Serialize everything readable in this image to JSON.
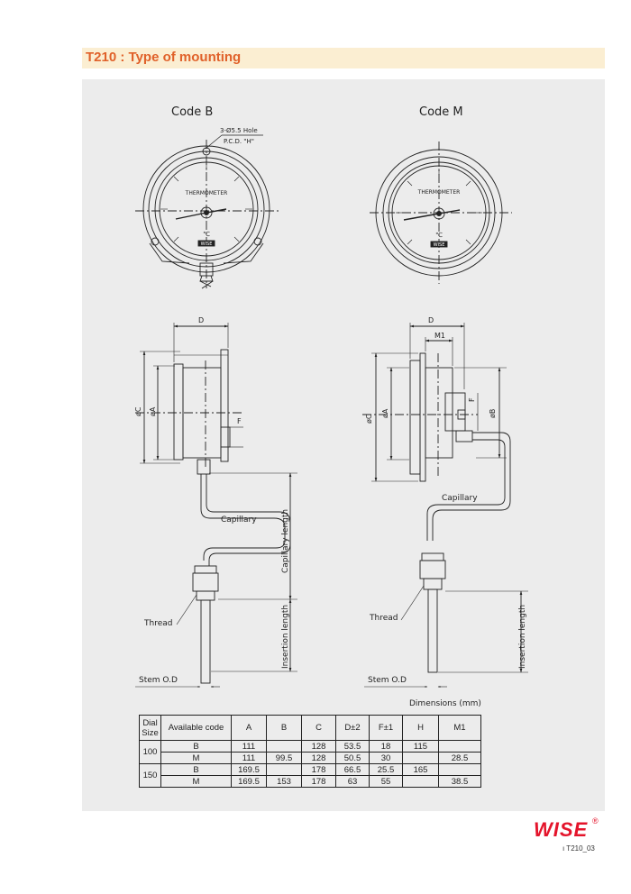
{
  "header": {
    "title": "T210 : Type of mounting"
  },
  "views": {
    "code_b": {
      "label": "Code B",
      "hole_note_1": "3-Ø5.5 Hole",
      "hole_note_2": "P.C.D. \"H\""
    },
    "code_m": {
      "label": "Code M"
    }
  },
  "gauge": {
    "dial_text": "THERMOMETER",
    "unit": "℃",
    "brand": "WISE"
  },
  "side_b": {
    "d": "D",
    "phi_c": "øC",
    "phi_a": "øA",
    "f": "F",
    "capillary": "Capillary",
    "capillary_length": "Capillary length",
    "insertion_length": "Insertion length",
    "thread": "Thread",
    "stem": "Stem O.D"
  },
  "side_m": {
    "d": "D",
    "m1": "M1",
    "phi_c": "øC",
    "phi_a": "øA",
    "phi_b": "øB",
    "f": "F",
    "capillary": "Capillary",
    "insertion_length": "Insertion length",
    "thread": "Thread",
    "stem": "Stem O.D"
  },
  "table": {
    "caption": "Dimensions (mm)",
    "headers": [
      "Dial Size",
      "Available code",
      "A",
      "B",
      "C",
      "D±2",
      "F±1",
      "H",
      "M1"
    ],
    "groups": [
      {
        "size": "100",
        "rows": [
          [
            "B",
            "111",
            "",
            "128",
            "53.5",
            "18",
            "115",
            ""
          ],
          [
            "M",
            "111",
            "99.5",
            "128",
            "50.5",
            "30",
            "",
            "28.5"
          ]
        ]
      },
      {
        "size": "150",
        "rows": [
          [
            "B",
            "169.5",
            "",
            "178",
            "66.5",
            "25.5",
            "165",
            ""
          ],
          [
            "M",
            "169.5",
            "153",
            "178",
            "63",
            "55",
            "",
            "38.5"
          ]
        ]
      }
    ]
  },
  "footer": {
    "brand": "WISE",
    "registered": "®",
    "page_id": "ı T210_03"
  },
  "colors": {
    "title": "#e0612a",
    "title_bg": "#fbeed2",
    "panel": "#ececec",
    "logo": "#e4142b"
  }
}
